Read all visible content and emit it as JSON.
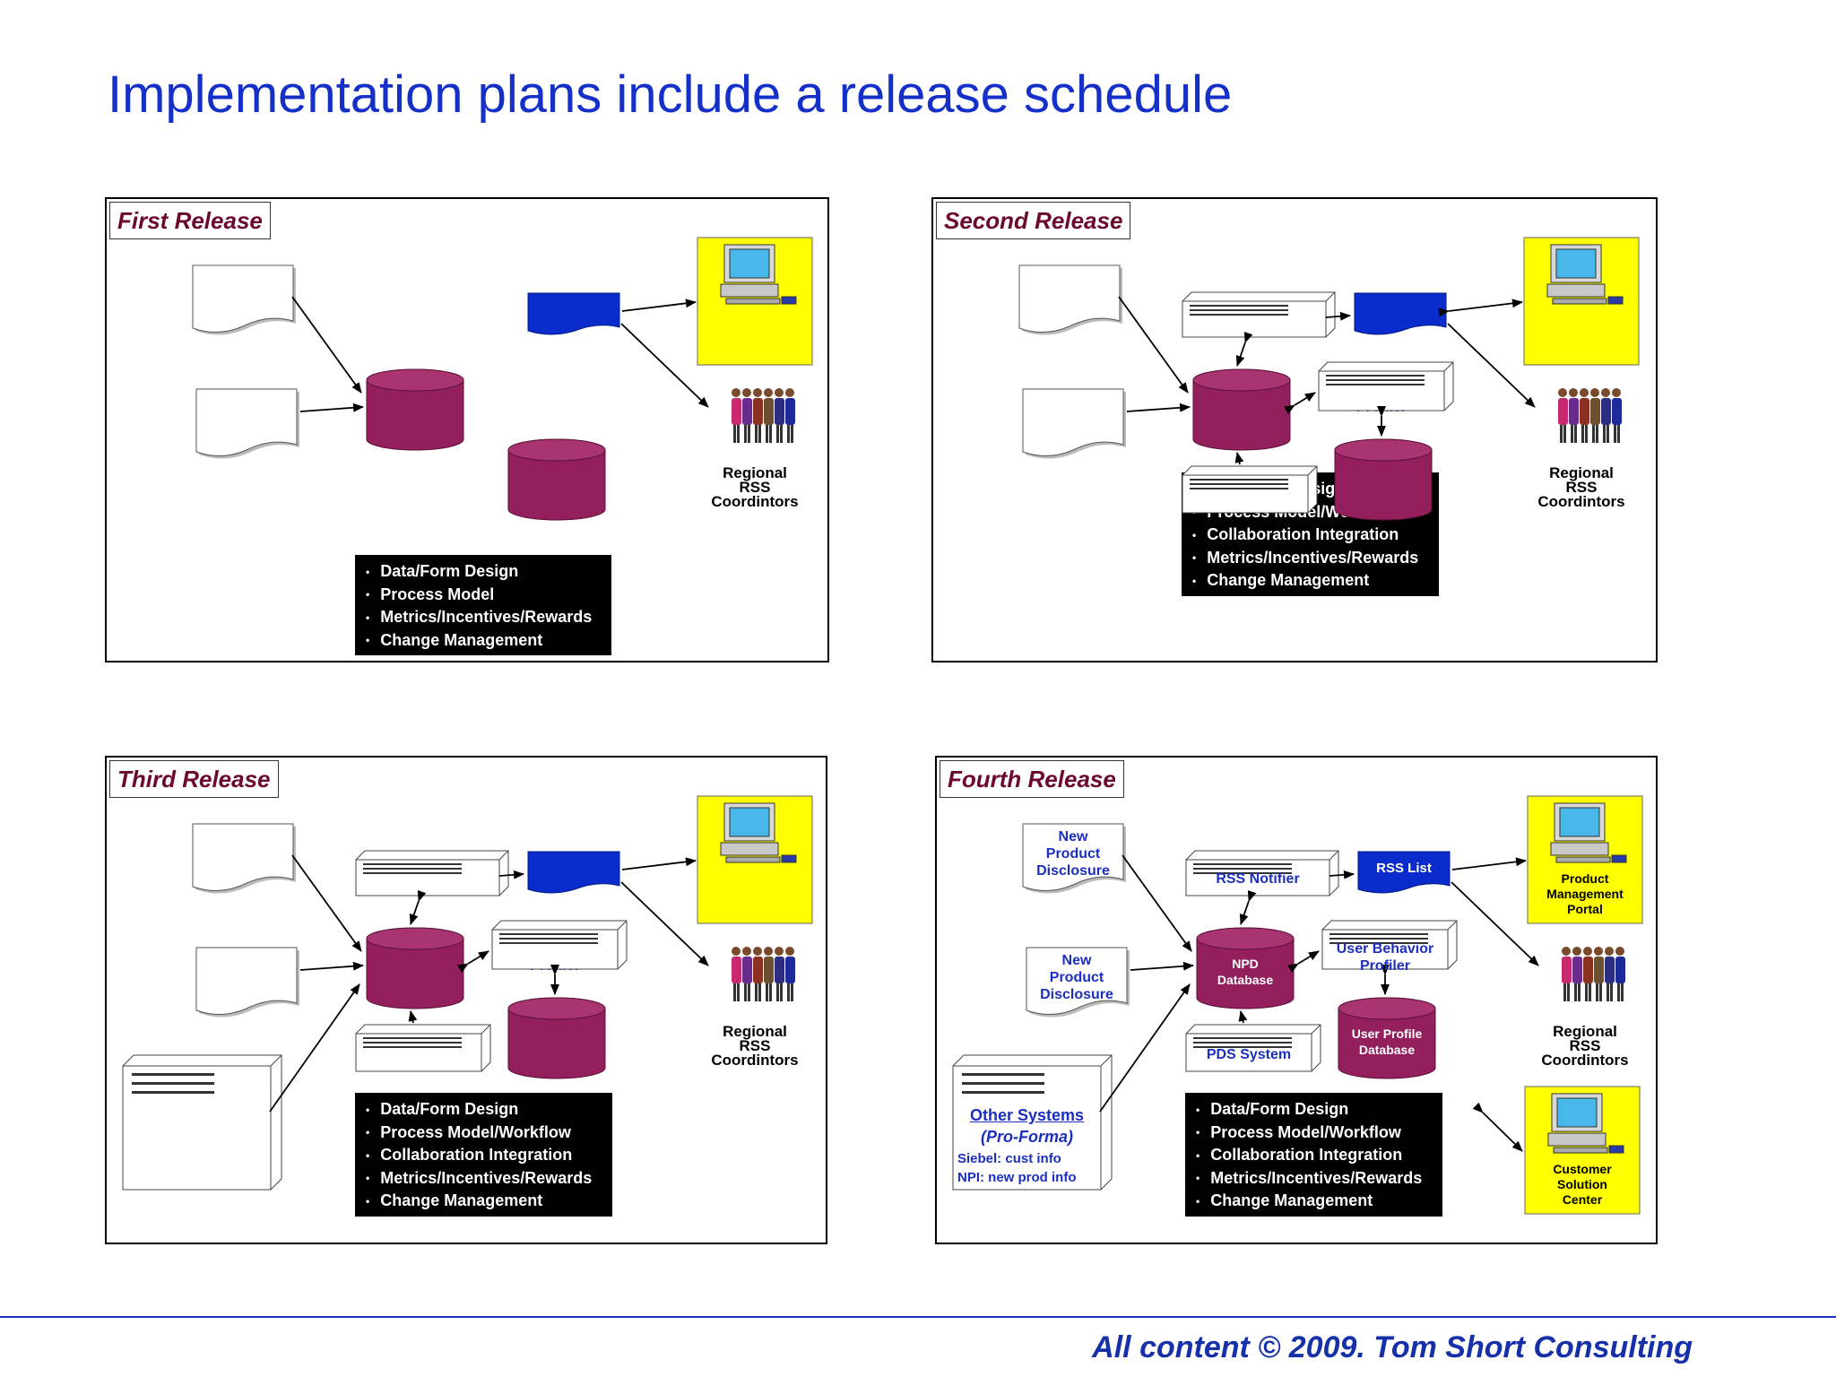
{
  "title": "Implementation plans include a release schedule",
  "footer": "All content © 2009. Tom Short Consulting",
  "colors": {
    "title": "#1530c8",
    "database": "#93205c",
    "rss_list": "#0a2ccc",
    "portal": "#ffff00",
    "panel_label": "#6b0a2e"
  },
  "labels": {
    "new_product_disclosure": [
      "New",
      "Product",
      "Disclosure"
    ],
    "npd_database": [
      "NPD",
      "Database"
    ],
    "rss_list": "RSS List",
    "rss_notifier": "RSS Notifier",
    "user_behavior_profiler": [
      "User Behavior",
      "Profiler"
    ],
    "user_profile_database": [
      "User Profile",
      "Database"
    ],
    "pds_system": "PDS System",
    "product_management_portal": [
      "Product",
      "Management",
      "Portal"
    ],
    "regional_rss_coordintors": [
      "Regional",
      "RSS",
      "Coordintors"
    ],
    "customer_solution_center": [
      "Customer",
      "Solution",
      "Center"
    ],
    "other_systems": {
      "title": "Other Systems",
      "subtitle": "(Pro-Forma)",
      "lines": [
        "Siebel: cust info",
        "NPI: new prod info"
      ]
    }
  },
  "panels": [
    {
      "label": "First Release",
      "tasks": [
        "Data/Form Design",
        "Process Model",
        "Metrics/Incentives/Rewards",
        "Change Management"
      ]
    },
    {
      "label": "Second Release",
      "tasks": [
        "Data/Form Design",
        "Process Model/Workflow",
        "Collaboration Integration",
        "Metrics/Incentives/Rewards",
        "Change Management"
      ]
    },
    {
      "label": "Third Release",
      "tasks": [
        "Data/Form Design",
        "Process Model/Workflow",
        "Collaboration Integration",
        "Metrics/Incentives/Rewards",
        "Change Management"
      ]
    },
    {
      "label": "Fourth Release",
      "tasks": [
        "Data/Form Design",
        "Process Model/Workflow",
        "Collaboration Integration",
        "Metrics/Incentives/Rewards",
        "Change Management"
      ]
    }
  ]
}
